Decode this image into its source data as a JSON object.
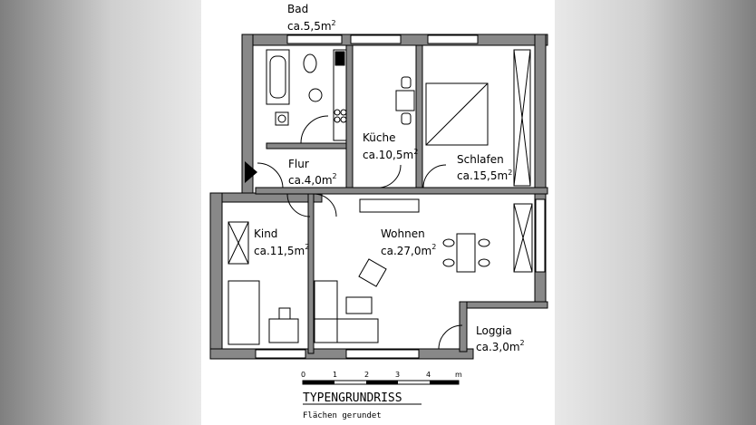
{
  "rooms": {
    "bad": {
      "name": "Bad",
      "area": "ca.5,5m",
      "exp": "2"
    },
    "kueche": {
      "name": "Küche",
      "area": "ca.10,5m",
      "exp": "2"
    },
    "schlafen": {
      "name": "Schlafen",
      "area": "ca.15,5m",
      "exp": "2"
    },
    "flur": {
      "name": "Flur",
      "area": "ca.4,0m",
      "exp": "2"
    },
    "kind": {
      "name": "Kind",
      "area": "ca.11,5m",
      "exp": "2"
    },
    "wohnen": {
      "name": "Wohnen",
      "area": "ca.27,0m",
      "exp": "2"
    },
    "loggia": {
      "name": "Loggia",
      "area": "ca.3,0m",
      "exp": "2"
    }
  },
  "scale": {
    "ticks": [
      "0",
      "1",
      "2",
      "3",
      "4",
      "m"
    ]
  },
  "caption": {
    "title": "TYPENGRUNDRISS",
    "subtitle": "Flächen gerundet"
  },
  "colors": {
    "wall": "#888888",
    "line": "#000000",
    "paper": "#ffffff"
  }
}
